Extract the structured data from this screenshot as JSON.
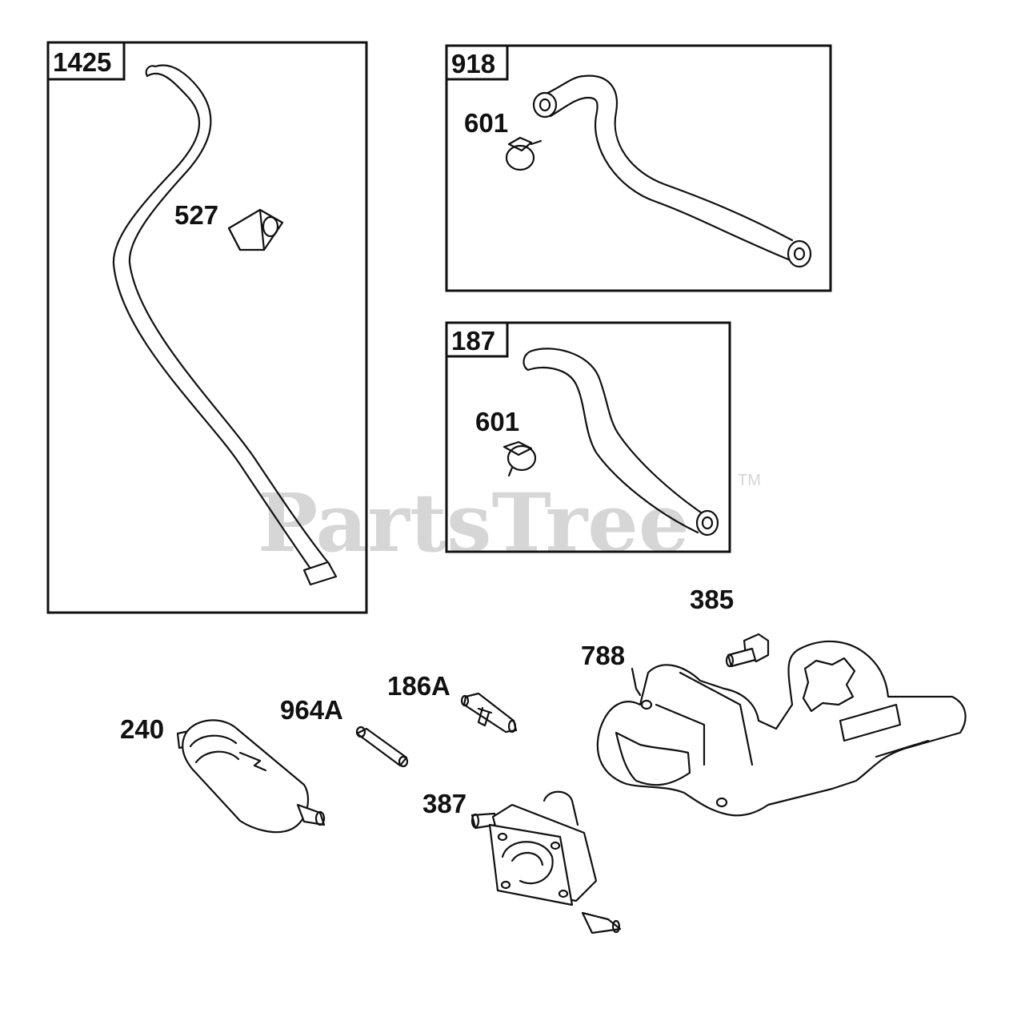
{
  "watermark": {
    "text": "PartsTree",
    "mark": "TM"
  },
  "boxes": [
    {
      "id": "box-1425",
      "label": "1425"
    },
    {
      "id": "box-918",
      "label": "918"
    },
    {
      "id": "box-187",
      "label": "187"
    }
  ],
  "callouts": {
    "c527": "527",
    "c601a": "601",
    "c601b": "601",
    "c385": "385",
    "c788": "788",
    "c186A": "186A",
    "c964A": "964A",
    "c240": "240",
    "c387": "387"
  }
}
